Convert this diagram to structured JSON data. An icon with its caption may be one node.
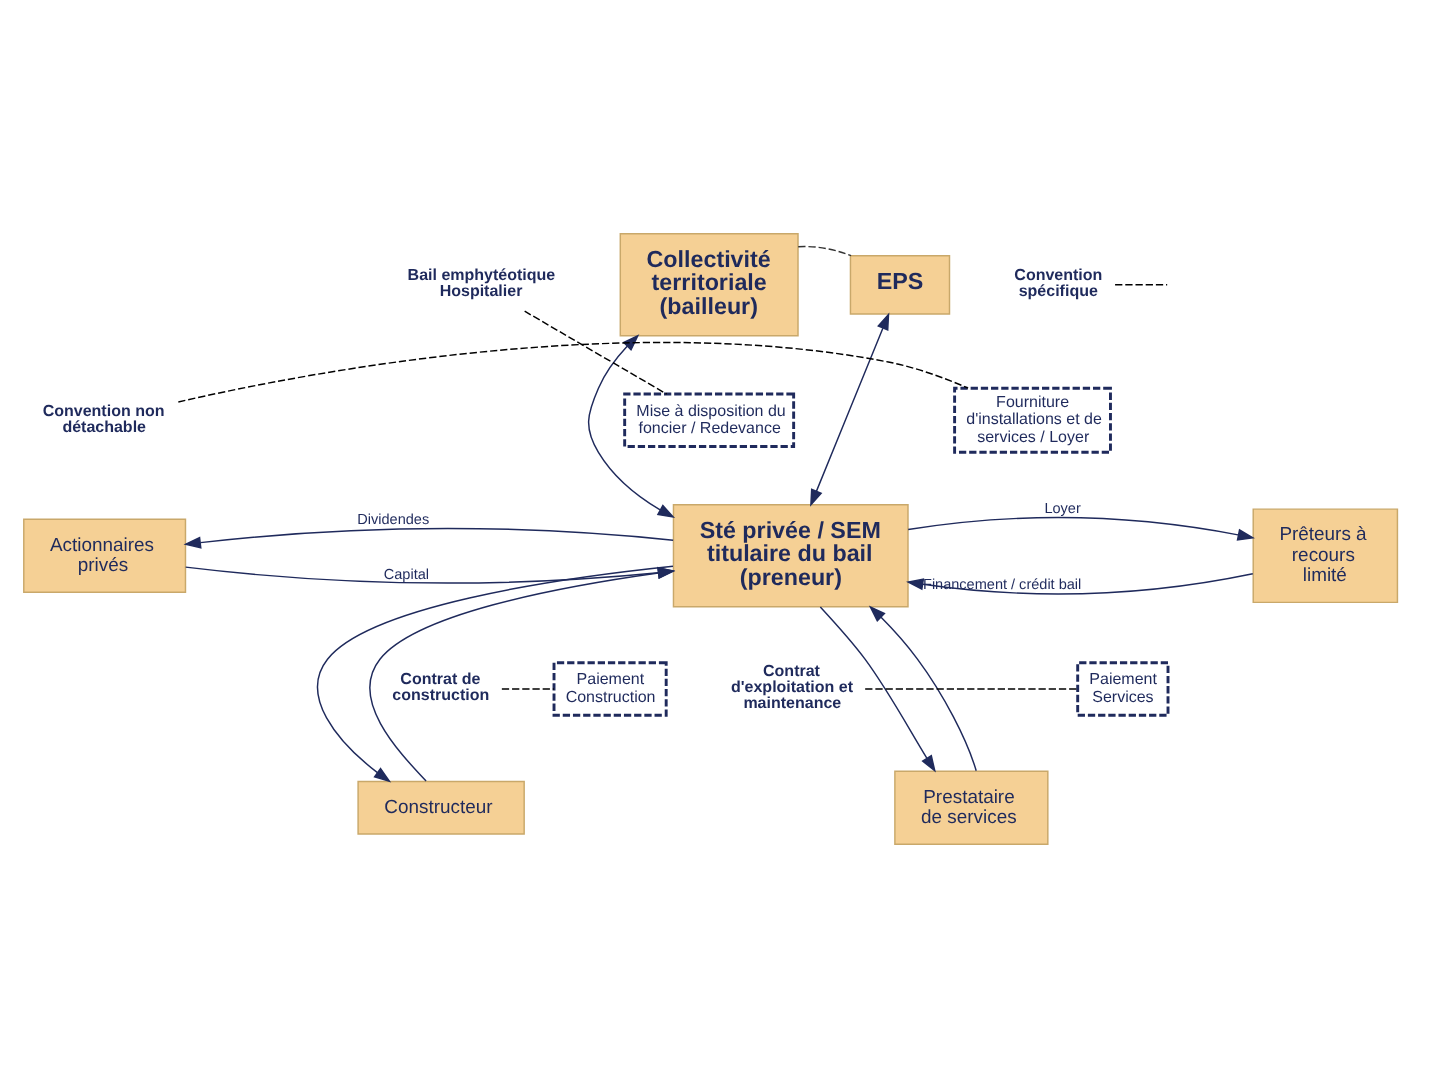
{
  "diagram": {
    "nodes": [
      {
        "text": [
          "Collectivité territoriale (bailleur)"
        ]
      },
      {
        "text": [
          "EPS"
        ]
      },
      {
        "text": [
          "Prêteurs à recours limité"
        ]
      },
      {
        "text": [
          "Sté privée / SEM titulaire du bail (preneur)"
        ]
      },
      {
        "text": [
          "Actionnaires privés"
        ]
      },
      {
        "text": [
          "Constructeur"
        ]
      },
      {
        "text": [
          "Prestataire de services"
        ]
      },
      {
        "text": [
          "Mise à disposition du foncier / Redevance"
        ]
      },
      {
        "text": [
          "Fourniture d'installations et de services / Loyer"
        ]
      },
      {
        "text": [
          "Paiement",
          "Construction"
        ]
      },
      {
        "text": [
          "Paiement",
          "Services"
        ]
      },
      {
        "text": [
          "Bail emphytéotique Hospitalier"
        ]
      },
      {
        "text": [
          "Convention spécifique"
        ]
      },
      {
        "text": [
          "Convention non détachable"
        ]
      },
      {
        "text": [
          "Contrat de construction"
        ]
      },
      {
        "text": [
          "Contrat d'exploitation et maintenance"
        ]
      }
    ],
    "edges": [
      {
        "from": 0,
        "to": 1,
        "arrow": "none",
        "style": "dashed",
        "color": "#333333"
      },
      {
        "from": 0,
        "to": 3,
        "arrow": "both"
      },
      {
        "from": 3,
        "to": 1,
        "arrow": "both"
      },
      {
        "from": 2,
        "to": 3,
        "arrow": "to",
        "label": "Financement / crédit bail"
      },
      {
        "from": 3,
        "to": 2,
        "arrow": "to",
        "label": "Loyer"
      },
      {
        "from": 4,
        "to": 3,
        "arrow": "to",
        "label": "Capital"
      },
      {
        "from": 3,
        "to": 4,
        "arrow": "to",
        "label": "Dividendes"
      },
      {
        "from": 3,
        "to": 5,
        "arrow": "to"
      },
      {
        "from": 5,
        "to": 3,
        "arrow": "to"
      },
      {
        "from": 6,
        "to": 3,
        "arrow": "to"
      },
      {
        "from": 3,
        "to": 6,
        "arrow": "to"
      },
      {
        "from": 11,
        "to": 7,
        "arrow": "none",
        "style": "dashed",
        "color": "#000000"
      },
      {
        "from": 12,
        "to": null,
        "arrow": "none",
        "style": "dashed",
        "color": "#000000"
      },
      {
        "from": 13,
        "to": 8,
        "arrow": "none",
        "style": "dashed",
        "color": "#000000"
      },
      {
        "from": 14,
        "to": 9,
        "arrow": "none",
        "style": "dashed",
        "color": "#000000"
      },
      {
        "from": 15,
        "to": 10,
        "arrow": "none",
        "style": "dashed",
        "color": "#000000"
      }
    ]
  }
}
